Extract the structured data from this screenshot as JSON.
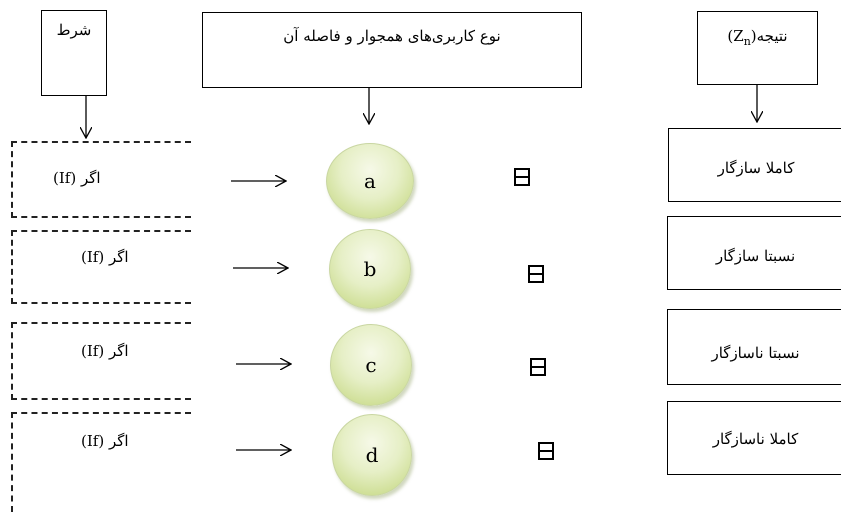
{
  "header": {
    "condition": "شرط",
    "land_use": "نوع کاربری‌های همجوار و فاصله آن",
    "result_prefix": "نتیجه",
    "result_var": "(Z",
    "result_sub": "n",
    "result_close": ")"
  },
  "rows": [
    {
      "condition": "(If)  اگر",
      "land_use": "a",
      "result": "کاملا سازگار"
    },
    {
      "condition": "(If) اگر",
      "land_use": "b",
      "result": "نسبتا سازگار"
    },
    {
      "condition": "(If) اگر",
      "land_use": "c",
      "result": "نسبتا ناسازگار"
    },
    {
      "condition": "(If) اگر",
      "land_use": "d",
      "result": "کاملا ناسازگار"
    }
  ],
  "equals_icon": "equivalence-icon",
  "colors": {
    "circle_fill": "#d9e6a8",
    "circle_border": "#c9d6a2",
    "line": "#000000"
  }
}
